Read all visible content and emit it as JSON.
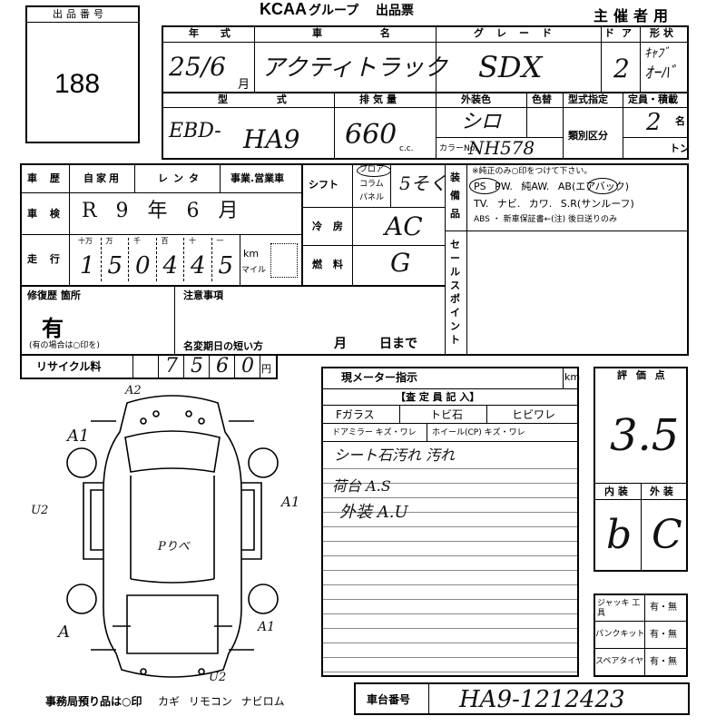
{
  "header": {
    "lot_label": "出品番号",
    "lot_number": "188",
    "logo": "KCAA",
    "group_title": "グループ 出品票",
    "copy_label": "主催者用"
  },
  "vehicle": {
    "year_label": "年 式",
    "year_value": "25/6",
    "year_unit": "月",
    "name_label": "車 名",
    "name_value": "アクティトラック",
    "grade_label": "グレード",
    "grade_value": "SDX",
    "doors_label": "ドア",
    "doors_value": "2",
    "shape_label": "形 状",
    "shape_value_1": "ｷｬﾌﾞ",
    "shape_value_2": "ｵｰﾊﾞ",
    "model_label": "型 式",
    "model_prefix": "EBD-",
    "model_value": "HA9",
    "displacement_label": "排気量",
    "displacement_value": "660",
    "displacement_unit": "c.c.",
    "exterior_label": "外装色",
    "exterior_value": "シロ",
    "color_code_label": "色替",
    "color_no_label": "カラーNo.",
    "color_no_value": "NH578",
    "type_designation_label": "型式指定",
    "category_label": "類別区分",
    "capacity_label": "定員・積載",
    "capacity_value": "2",
    "capacity_unit": "名",
    "load_unit": "トン"
  },
  "history": {
    "label": "車 歴",
    "options": [
      "自家用",
      "レンタ",
      "事業.営業車"
    ]
  },
  "inspection": {
    "label": "車 検",
    "value": "R 9 年 6 月"
  },
  "mileage": {
    "label": "走 行",
    "digit_labels": [
      "十万",
      "万",
      "千",
      "百",
      "十",
      "一"
    ],
    "digits": [
      "1",
      "5",
      "0",
      "4",
      "4",
      "5"
    ],
    "unit_km": "km",
    "unit_mile": "マイル"
  },
  "shift": {
    "label": "シフト",
    "options": [
      "フロア",
      "コラム",
      "パネル"
    ],
    "value": "5そく"
  },
  "aircon": {
    "label": "冷 房",
    "value": "AC"
  },
  "fuel": {
    "label": "燃 料",
    "value": "G"
  },
  "equipment": {
    "label": "装備品",
    "note": "※純正のみ○印をつけて下さい。",
    "line1": "PS PW. 純AW. AB(エアバック)",
    "line2": "TV. ナビ. カワ. S.R(サンルーフ)",
    "line3": "ABS ・ 新車保証書←(注) 後日送りのみ"
  },
  "sales_point": {
    "label": "セールスポイント"
  },
  "repair": {
    "label": "修復歴 箇所",
    "value": "有",
    "note": "(有の場合は○印を)"
  },
  "notes": {
    "label": "注意事項",
    "deadline_label": "名変期日の短い方",
    "month": "月",
    "day_until": "日まで"
  },
  "recycle": {
    "label": "リサイクル料",
    "digits": [
      "",
      "7",
      "5",
      "6",
      "0"
    ],
    "unit": "円"
  },
  "meter": {
    "label": "現メーター指示",
    "unit": "km",
    "inspector_title": "【査 定 員 記 入】",
    "row1": [
      "Fガラス",
      "トビ石",
      "ヒビワレ"
    ],
    "row2": [
      "ドアミラー キズ・ワレ",
      "ホイール(CP) キズ・ワレ"
    ],
    "note_lines": [
      "シート石汚れ 汚れ",
      "荷台 A.S",
      "外装 A.U"
    ]
  },
  "score": {
    "label": "評 価 点",
    "value": "3.5",
    "interior_label": "内 装",
    "exterior_label": "外 装",
    "interior_value": "b",
    "exterior_value": "C"
  },
  "tools": [
    {
      "label": "ジャッキ 工 具",
      "value": "有・無"
    },
    {
      "label": "パンクキット",
      "value": "有・無"
    },
    {
      "label": "スペアタイヤ",
      "value": "有・無"
    }
  ],
  "diagram": {
    "marks": [
      "A2",
      "A1",
      "U2",
      "A1",
      "Pりべ",
      "A",
      "A1",
      "U2"
    ]
  },
  "footer": {
    "office_note": "事務局預り品は○印",
    "items": "カギ リモコン ナビロム",
    "chassis_label": "車台番号",
    "chassis_value": "HA9-1212423"
  }
}
